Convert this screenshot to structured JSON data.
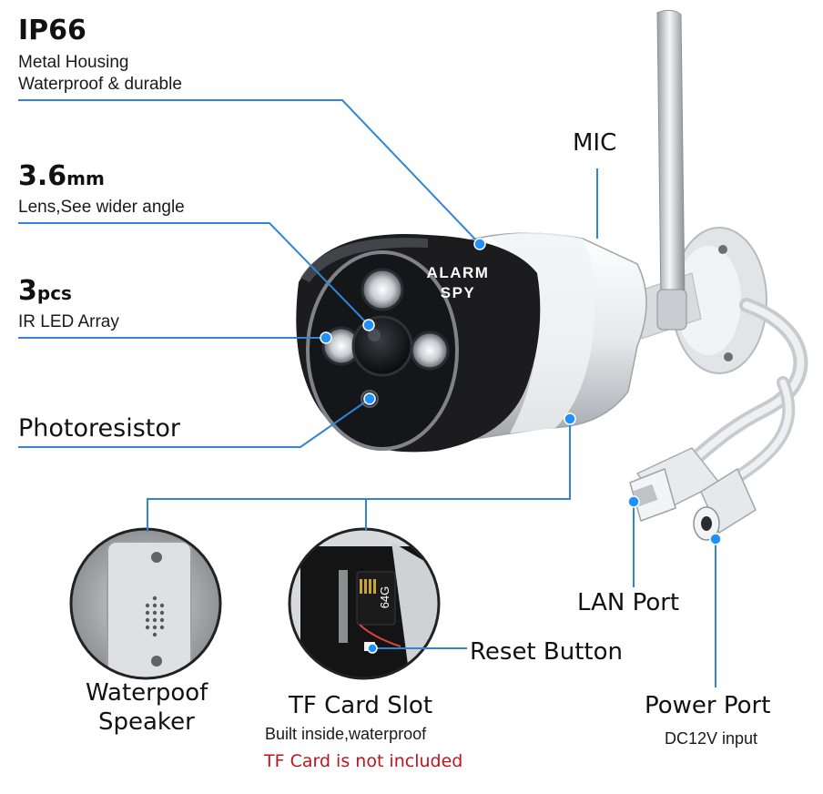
{
  "callouts": {
    "ip66": {
      "title": "IP66",
      "line1": "Metal Housing",
      "line2": "Waterproof & durable"
    },
    "lens": {
      "value": "3.6",
      "unit": "mm",
      "desc": "Lens,See wider angle"
    },
    "ir": {
      "value": "3",
      "unit": "pcs",
      "desc": "IR LED Array"
    },
    "photoresistor": {
      "title": "Photoresistor"
    },
    "mic": {
      "title": "MIC"
    },
    "lan": {
      "title": "LAN Port"
    },
    "power": {
      "title": "Power Port",
      "desc": "DC12V input"
    },
    "reset": {
      "title": "Reset Button"
    },
    "speaker": {
      "line1": "Waterpoof",
      "line2": "Speaker"
    },
    "tfcard": {
      "title": "TF Card Slot",
      "desc": "Built inside,waterproof",
      "note": "TF Card is not included"
    }
  },
  "brand": {
    "line1": "ALARM",
    "line2": "SPY"
  },
  "sdcard_label": "64G",
  "colors": {
    "leader": "#2f86d6",
    "dot": "#1e90ff",
    "note": "#c0141b",
    "camera_band": "#1c1c1f",
    "housing": "#e9ebee"
  }
}
